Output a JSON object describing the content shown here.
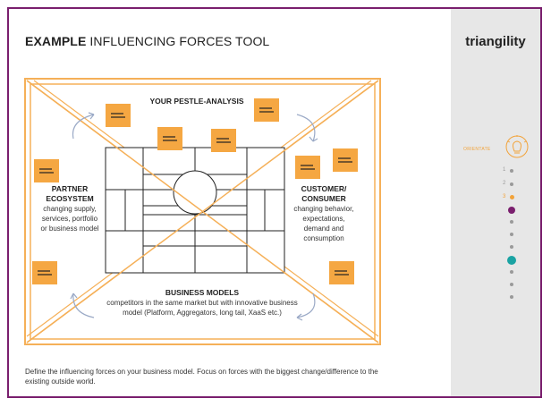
{
  "title": {
    "bold": "EXAMPLE",
    "rest": "INFLUENCING FORCES TOOL"
  },
  "brand": "triangility",
  "diagram": {
    "heading": "YOUR PESTLE-ANALYSIS",
    "left": {
      "title1": "PARTNER",
      "title2": "ECOSYSTEM",
      "lines": [
        "changing supply,",
        "services, portfolio",
        "or business model"
      ]
    },
    "right": {
      "title1": "CUSTOMER/",
      "title2": "CONSUMER",
      "lines": [
        "changing behavior,",
        "expectations,",
        "demand and",
        "consumption"
      ]
    },
    "bottom": {
      "title": "BUSINESS MODELS",
      "lines": [
        "competitors in the same market but with innovative business",
        "model (Platform, Aggregators, long tail, XaaS etc.)"
      ]
    }
  },
  "footer": "Define the influencing forces on your business model. Focus on forces with the biggest change/difference to the existing outside world.",
  "sidebar": {
    "phase_label": "ORIENTATE",
    "steps": [
      "1",
      "2",
      "3"
    ]
  },
  "colors": {
    "accent": "#f2a33a",
    "purple": "#7a1f6e",
    "teal": "#1aa3a3",
    "note": "#f5a742"
  }
}
